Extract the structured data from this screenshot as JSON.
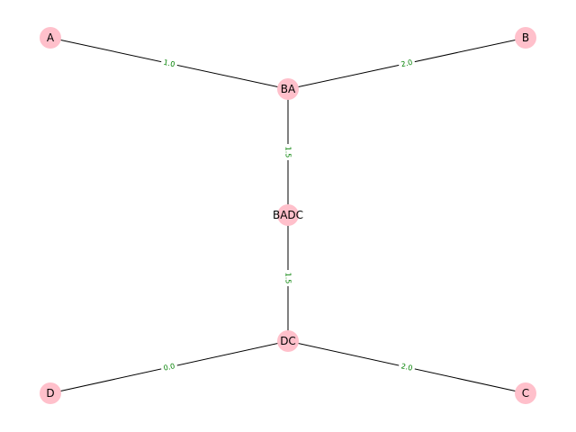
{
  "graph": {
    "nodes": [
      {
        "id": "A",
        "label": "A"
      },
      {
        "id": "B",
        "label": "B"
      },
      {
        "id": "BA",
        "label": "BA"
      },
      {
        "id": "BADC",
        "label": "BADC"
      },
      {
        "id": "DC",
        "label": "DC"
      },
      {
        "id": "D",
        "label": "D"
      },
      {
        "id": "C",
        "label": "C"
      }
    ],
    "edges": [
      {
        "source": "A",
        "target": "BA",
        "label": "1.0"
      },
      {
        "source": "B",
        "target": "BA",
        "label": "2.0"
      },
      {
        "source": "BA",
        "target": "BADC",
        "label": "1.5"
      },
      {
        "source": "BADC",
        "target": "DC",
        "label": "1.5"
      },
      {
        "source": "D",
        "target": "DC",
        "label": "0.0"
      },
      {
        "source": "C",
        "target": "DC",
        "label": "2.0"
      }
    ]
  },
  "colors": {
    "node_fill": "#ffc0cb",
    "edge_stroke": "#000000",
    "edge_label": "#008000",
    "node_label": "#000000"
  }
}
